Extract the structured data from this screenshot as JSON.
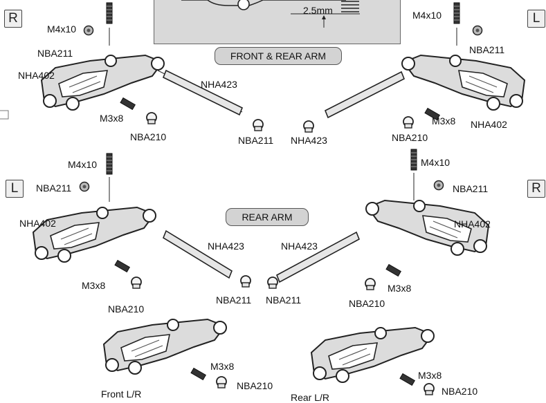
{
  "side_badges": {
    "top_left": "R",
    "top_right": "L",
    "mid_left": "L",
    "mid_right": "R"
  },
  "section_titles": {
    "front_rear_arm": "FRONT & REAR ARM",
    "rear_arm": "REAR ARM"
  },
  "detail": {
    "dimension": "2.5mm"
  },
  "top_left": {
    "screw": "M4x10",
    "pin_ball": "NBA211",
    "arm": "NHA402",
    "hinge_pin": "NHA423",
    "set_screw": "M3x8",
    "ball": "NBA210",
    "end_ball": "NBA211"
  },
  "top_right": {
    "screw": "M4x10",
    "pin_ball": "NBA211",
    "arm": "NHA402",
    "hinge_pin": "NHA423",
    "set_screw": "M3x8",
    "ball": "NBA210"
  },
  "mid_left": {
    "screw": "M4x10",
    "pin_ball": "NBA211",
    "arm": "NHA402",
    "hinge_pin": "NHA423",
    "set_screw": "M3x8",
    "ball": "NBA210",
    "end_ball": "NBA211"
  },
  "mid_right": {
    "screw": "M4x10",
    "pin_ball": "NBA211",
    "arm": "NHA402",
    "hinge_pin": "NHA423",
    "set_screw": "M3x8",
    "ball": "NBA210",
    "end_ball": "NBA211"
  },
  "bottom_front": {
    "set_screw": "M3x8",
    "ball": "NBA210",
    "caption": "Front L/R"
  },
  "bottom_rear": {
    "set_screw": "M3x8",
    "ball": "NBA210",
    "caption": "Rear L/R"
  }
}
